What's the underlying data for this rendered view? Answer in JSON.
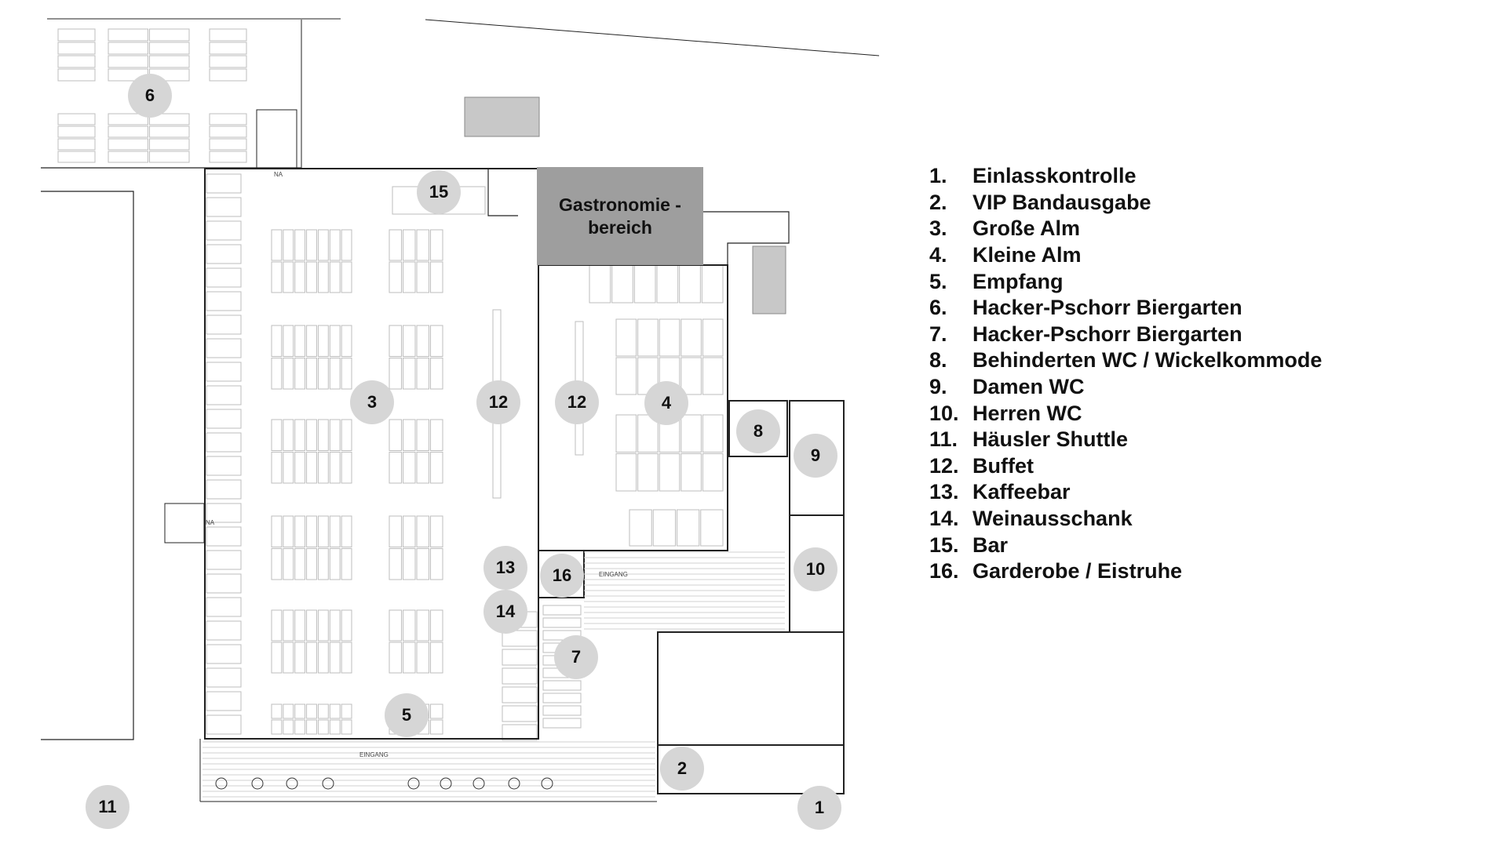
{
  "plan": {
    "gastronomie_label_line1": "Gastronomie -",
    "gastronomie_label_line2": "bereich",
    "door_labels": {
      "entrance_main": "EINGANG",
      "entrance_kleine_alm": "EINGANG",
      "exit_top": "NA",
      "exit_left": "NA"
    },
    "markers": {
      "m1": "1",
      "m2": "2",
      "m3": "3",
      "m4": "4",
      "m5": "5",
      "m6": "6",
      "m7": "7",
      "m8": "8",
      "m9": "9",
      "m10": "10",
      "m11": "11",
      "m12a": "12",
      "m12b": "12",
      "m13": "13",
      "m14": "14",
      "m15": "15",
      "m16": "16"
    },
    "colors": {
      "marker": "#d6d6d6",
      "gastronomie": "#9e9e9e",
      "lines": "#222222",
      "furniture": "#bdbdbd"
    }
  },
  "legend": [
    {
      "num": "1.",
      "label": "Einlasskontrolle"
    },
    {
      "num": "2.",
      "label": "VIP Bandausgabe"
    },
    {
      "num": "3.",
      "label": "Große Alm"
    },
    {
      "num": "4.",
      "label": "Kleine Alm"
    },
    {
      "num": "5.",
      "label": "Empfang"
    },
    {
      "num": "6.",
      "label": "Hacker-Pschorr Biergarten"
    },
    {
      "num": "7.",
      "label": "Hacker-Pschorr Biergarten"
    },
    {
      "num": "8.",
      "label": "Behinderten WC / Wickelkommode"
    },
    {
      "num": "9.",
      "label": "Damen WC"
    },
    {
      "num": "10.",
      "label": "Herren WC"
    },
    {
      "num": "11.",
      "label": "Häusler Shuttle"
    },
    {
      "num": "12.",
      "label": "Buffet"
    },
    {
      "num": "13.",
      "label": "Kaffeebar"
    },
    {
      "num": "14.",
      "label": "Weinausschank"
    },
    {
      "num": "15.",
      "label": "Bar"
    },
    {
      "num": "16.",
      "label": "Garderobe / Eistruhe"
    }
  ]
}
